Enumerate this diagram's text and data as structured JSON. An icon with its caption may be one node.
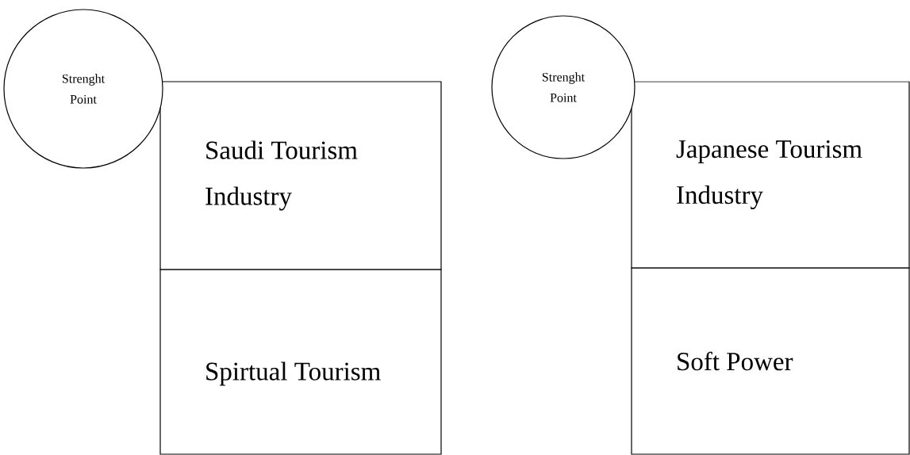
{
  "diagram": {
    "nodes": [
      {
        "text": [
          "Strenght Point"
        ]
      },
      {
        "text": [
          "Saudi Tourism Industry"
        ]
      },
      {
        "text": [
          "Spirtual Tourism"
        ]
      },
      {
        "text": [
          "Strenght Point"
        ]
      },
      {
        "text": [
          "Japanese Tourism Industry"
        ]
      },
      {
        "text": [
          "Soft Power"
        ]
      }
    ]
  }
}
